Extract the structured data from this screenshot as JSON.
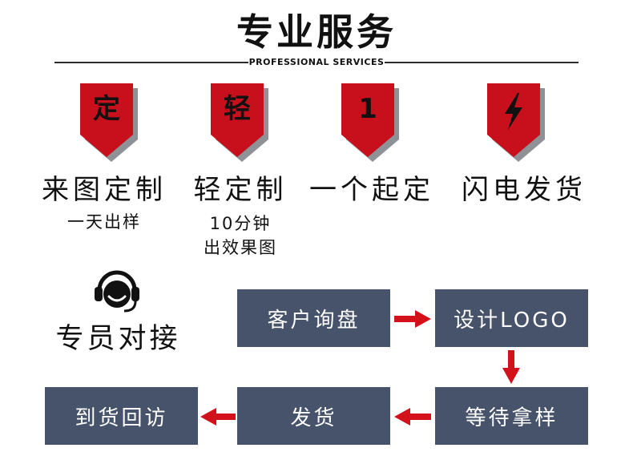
{
  "header": {
    "title": "专业服务",
    "subtitle": "PROFESSIONAL SERVICES"
  },
  "features": [
    {
      "badge": "定",
      "title": "来图定制",
      "lines": [
        "一天出样"
      ]
    },
    {
      "badge": "轻",
      "title": "轻定制",
      "lines": [
        "10分钟",
        "出效果图"
      ]
    },
    {
      "badge": "1",
      "title": "一个起定",
      "lines": []
    },
    {
      "badge_icon": "lightning-icon",
      "title": "闪电发货",
      "lines": []
    }
  ],
  "support": {
    "icon": "headset-icon",
    "label": "专员对接"
  },
  "process": {
    "steps": [
      "客户询盘",
      "设计LOGO",
      "等待拿样",
      "发货",
      "到货回访"
    ]
  },
  "colors": {
    "badge_red": "#c8101c",
    "badge_shadow": "#8e9196",
    "flow_box": "#47536a",
    "arrow_red": "#d2111a"
  }
}
